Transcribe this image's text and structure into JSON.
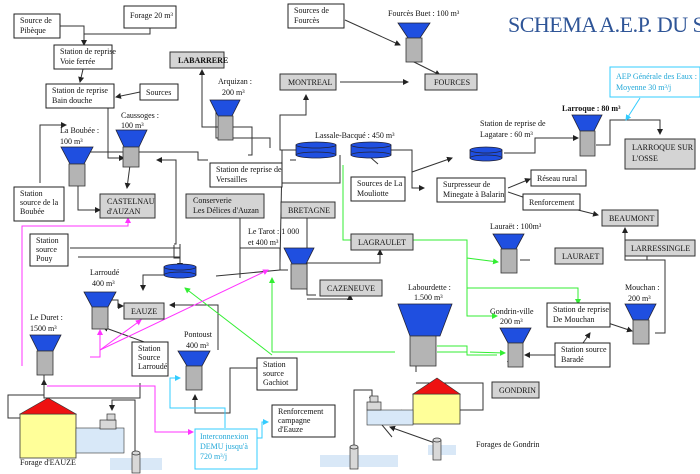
{
  "title": "SCHEMA A.E.P. DU S.A.T.",
  "sources": {
    "pibeque": [
      "Source de",
      "Pibèque"
    ],
    "forage20": "Forage 20 m³",
    "voie_ferree": [
      "Station de reprise",
      "Voie ferrée"
    ],
    "bain_douche": [
      "Station de reprise",
      "Bain douche"
    ],
    "sources": "Sources",
    "fources_src": [
      "Sources de",
      "Fourcès"
    ],
    "boubee_src": [
      "Station",
      "source de la",
      "Boubée"
    ],
    "pouy": [
      "Station",
      "source",
      "Pouy"
    ],
    "versailles": [
      "Station de reprise de",
      "Versailles"
    ],
    "mouliotte": [
      "Sources de La",
      "Mouliotte"
    ],
    "minegate": [
      "Surpresseur de",
      "Minegate à Balarin"
    ],
    "reseau_rural": "Réseau rural",
    "renforcement": "Renforcement",
    "larroude_src": [
      "Station",
      "Source",
      "Larroudé"
    ],
    "gachiot": [
      "Station",
      "source",
      "Gachiot"
    ],
    "renf_eauze": [
      "Renforcement",
      "campagne",
      "d'Eauze"
    ],
    "interconnexion": [
      "Interconnexion",
      "DEMU jusqu'à",
      "720 m³/j"
    ],
    "aep_generale": [
      "AEP Générale des Eaux :",
      "Moyenne 30 m³/j"
    ],
    "mouchan_station": [
      "Station de reprise",
      "De Mouchan"
    ],
    "barade": [
      "Station source",
      "Baradé"
    ],
    "conserverie": [
      "Conserverie",
      "Les Délices d'Auzan"
    ]
  },
  "communes": {
    "labarrere": "LABARRERE",
    "montreal": "MONTREAL",
    "fources": "FOURCES",
    "larroque_osse": [
      "LARROQUE SUR",
      "L'OSSE"
    ],
    "castelnau": [
      "CASTELNAU",
      "d'AUZAN"
    ],
    "bretagne": "BRETAGNE",
    "lagraulet": "LAGRAULET",
    "cazeneuve": "CAZENEUVE",
    "beaumont": "BEAUMONT",
    "lauraet": "LAURAET",
    "larressingle": "LARRESSINGLE",
    "eauze": "EAUZE",
    "gondrin": "GONDRIN"
  },
  "reservoirs": {
    "fources_buet": "Fourcès Buet : 100 m³",
    "arquizan": [
      "Arquizan :",
      "200 m³"
    ],
    "caussoges": [
      "Caussoges :",
      "100 m³"
    ],
    "boubee": [
      "La Boubée :",
      "100 m³"
    ],
    "lassale": "Lassale-Bacqué : 450 m³",
    "lagatare": [
      "Station de reprise de",
      "Lagatare : 60 m³"
    ],
    "larroque": "Larroque : 80 m³",
    "tarot": [
      "Le Tarot : 1 000",
      "et 400 m³"
    ],
    "lauraet": "Lauraët : 100m³",
    "larroude": [
      "Larroudé",
      "400 m³"
    ],
    "duret": [
      "Le Duret :",
      "1500 m³"
    ],
    "pontoust": [
      "Pontoust",
      "400 m³"
    ],
    "labourdette": [
      "Labourdette :",
      "1.500 m³"
    ],
    "gondrin_ville": [
      "Gondrin-ville",
      "200 m³"
    ],
    "mouchan": [
      "Mouchan :",
      "200 m³"
    ]
  },
  "forages": {
    "eauze": "Forage d'EAUZE",
    "gondrin": "Forages de Gondrin"
  }
}
